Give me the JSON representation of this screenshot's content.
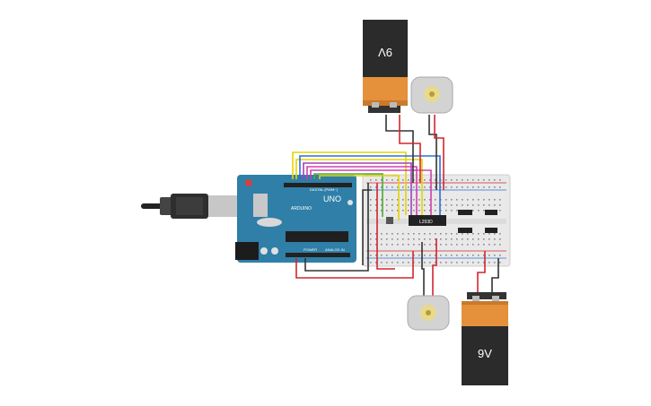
{
  "circuit": {
    "arduino": {
      "logo_text": "UNO",
      "brand_text": "ARDUINO",
      "header_label": "DIGITAL (PWM~)",
      "power_label": "POWER",
      "analog_label": "ANALOG IN",
      "board_color": "#2f7fa8"
    },
    "batteries": [
      {
        "label": "9V",
        "orientation": "flipped"
      },
      {
        "label": "9V",
        "orientation": "upright"
      }
    ],
    "driver_chip": {
      "label": "L293D"
    },
    "motors": [
      {
        "name": "motor-top"
      },
      {
        "name": "motor-bottom"
      }
    ],
    "colors": {
      "battery_body": "#2b2b2b",
      "battery_cap": "#e5903a",
      "wire_red": "#d0262f",
      "wire_black": "#333333",
      "wire_yellow": "#e6d400",
      "wire_blue": "#2f6fd6",
      "wire_purple": "#a040c0",
      "wire_green": "#4caa3a",
      "wire_magenta": "#d040b0",
      "breadboard": "#e9e9e9"
    }
  }
}
